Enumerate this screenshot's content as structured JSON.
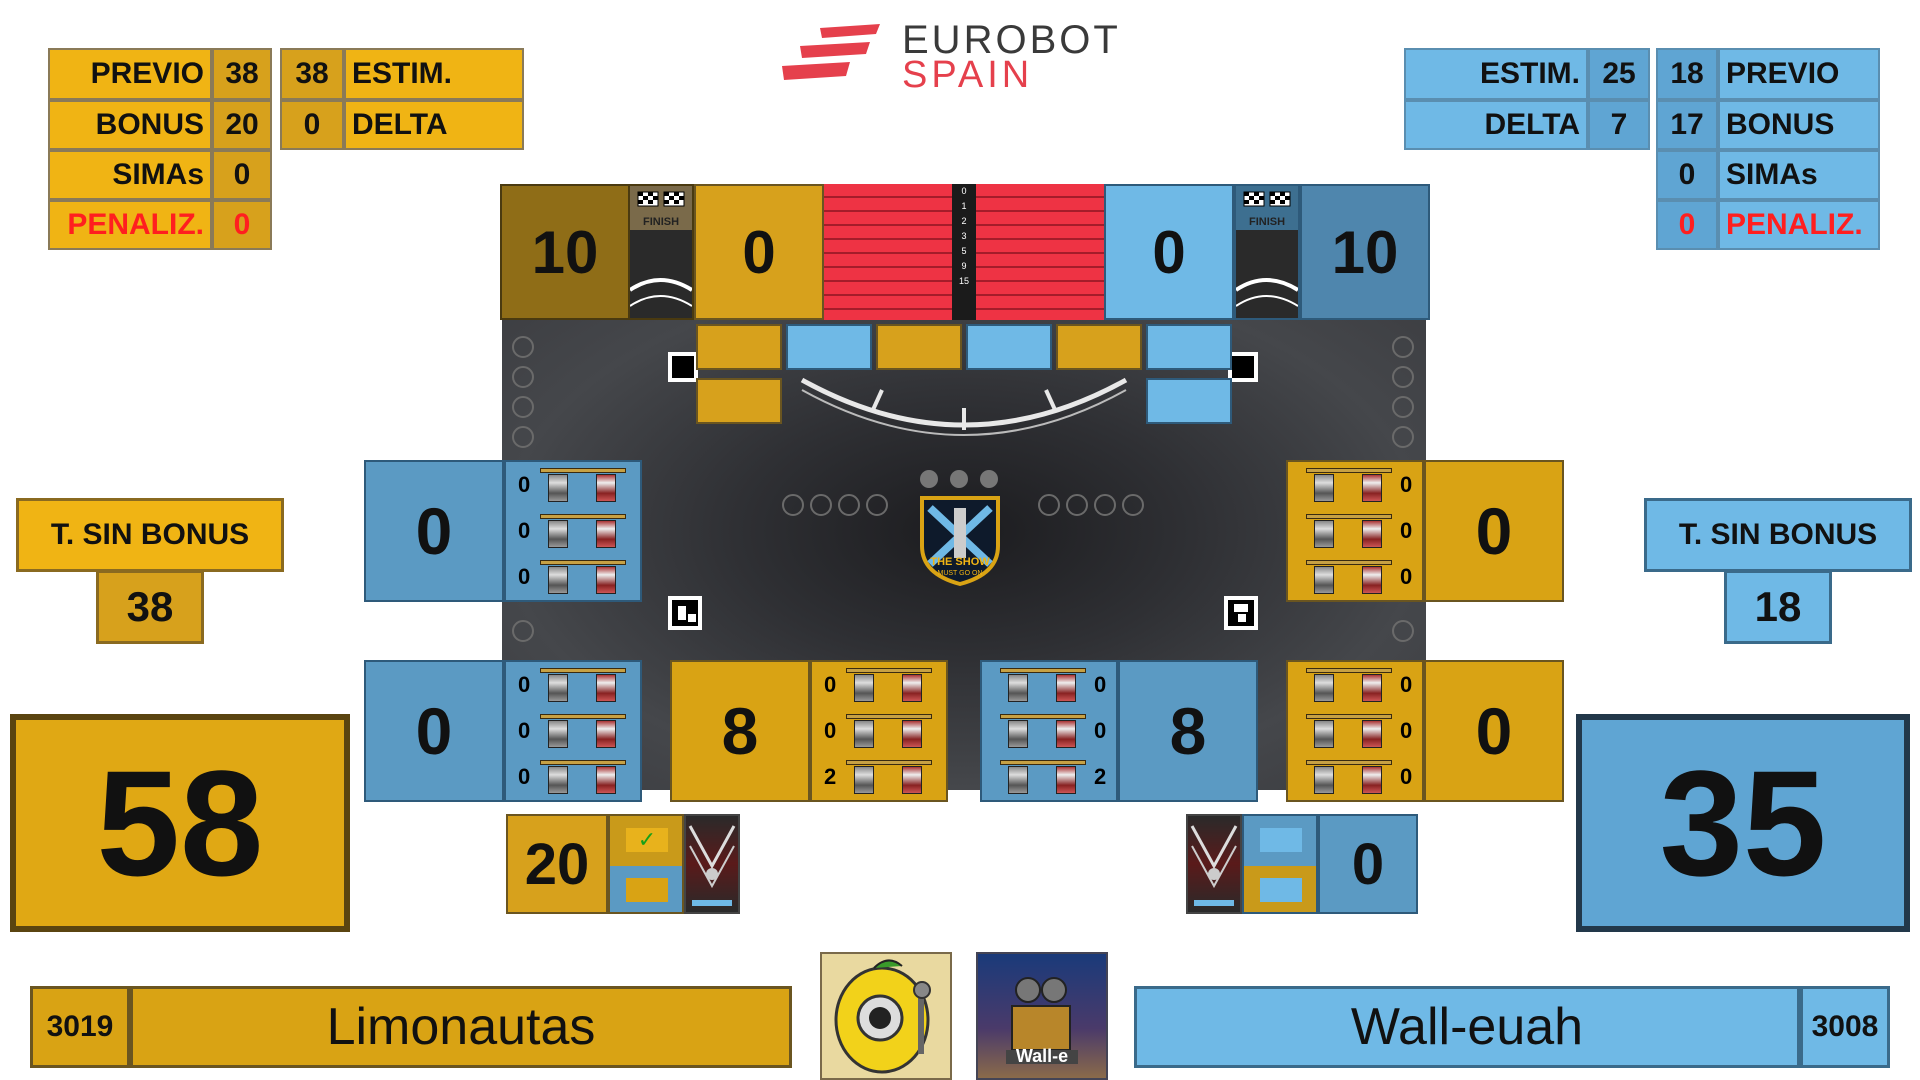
{
  "brand": {
    "line1": "EUROBOT",
    "line2": "SPAIN"
  },
  "colors": {
    "yellow": "#f0b414",
    "yellow_dark": "#d7a11c",
    "blue": "#6fb9e6",
    "blue_dark": "#5fa5d3",
    "penalty": "#ff1f1f"
  },
  "left_stats": {
    "previo_label": "PREVIO",
    "previo": "38",
    "bonus_label": "BONUS",
    "bonus": "20",
    "simas_label": "SIMAs",
    "simas": "0",
    "penaliz_label": "PENALIZ.",
    "penaliz": "0",
    "estim": "38",
    "estim_label": "ESTIM.",
    "delta": "0",
    "delta_label": "DELTA"
  },
  "right_stats": {
    "estim_label": "ESTIM.",
    "estim": "25",
    "delta_label": "DELTA",
    "delta": "7",
    "previo": "18",
    "previo_label": "PREVIO",
    "bonus": "17",
    "bonus_label": "BONUS",
    "simas": "0",
    "simas_label": "SIMAs",
    "penaliz": "0",
    "penaliz_label": "PENALIZ."
  },
  "left_sin_bonus": {
    "label": "T. SIN BONUS",
    "value": "38"
  },
  "right_sin_bonus": {
    "label": "T. SIN BONUS",
    "value": "18"
  },
  "finish": {
    "left_value": "10",
    "right_value": "10",
    "flag_text": "FINISH"
  },
  "top_scores": {
    "left": "0",
    "right": "0"
  },
  "ruler_ticks": [
    "0",
    "1",
    "2",
    "3",
    "5",
    "9",
    "15"
  ],
  "field_boxes": {
    "left_upper": "0",
    "right_upper": "0",
    "left_lower": "0",
    "mid_left_lower": "8",
    "mid_right_lower": "8",
    "right_lower": "0"
  },
  "shelf_counts": {
    "left_upper": [
      "0",
      "0",
      "0"
    ],
    "right_upper": [
      "0",
      "0",
      "0"
    ],
    "left_lower": [
      "0",
      "0",
      "0"
    ],
    "mid_left_lower": [
      "0",
      "0",
      "2"
    ],
    "mid_right_lower": [
      "0",
      "0",
      "2"
    ],
    "right_lower": [
      "0",
      "0",
      "0"
    ]
  },
  "show": {
    "line1": "THE SHOW",
    "line2": "MUST GO ON"
  },
  "pami": {
    "left_value": "20",
    "left_check": "✓",
    "right_value": "0"
  },
  "totals": {
    "left": "58",
    "right": "35"
  },
  "teams": {
    "left": {
      "number": "3019",
      "name": "Limonautas"
    },
    "right": {
      "number": "3008",
      "name": "Wall-euah",
      "avatar_text": "Wall-e"
    }
  }
}
